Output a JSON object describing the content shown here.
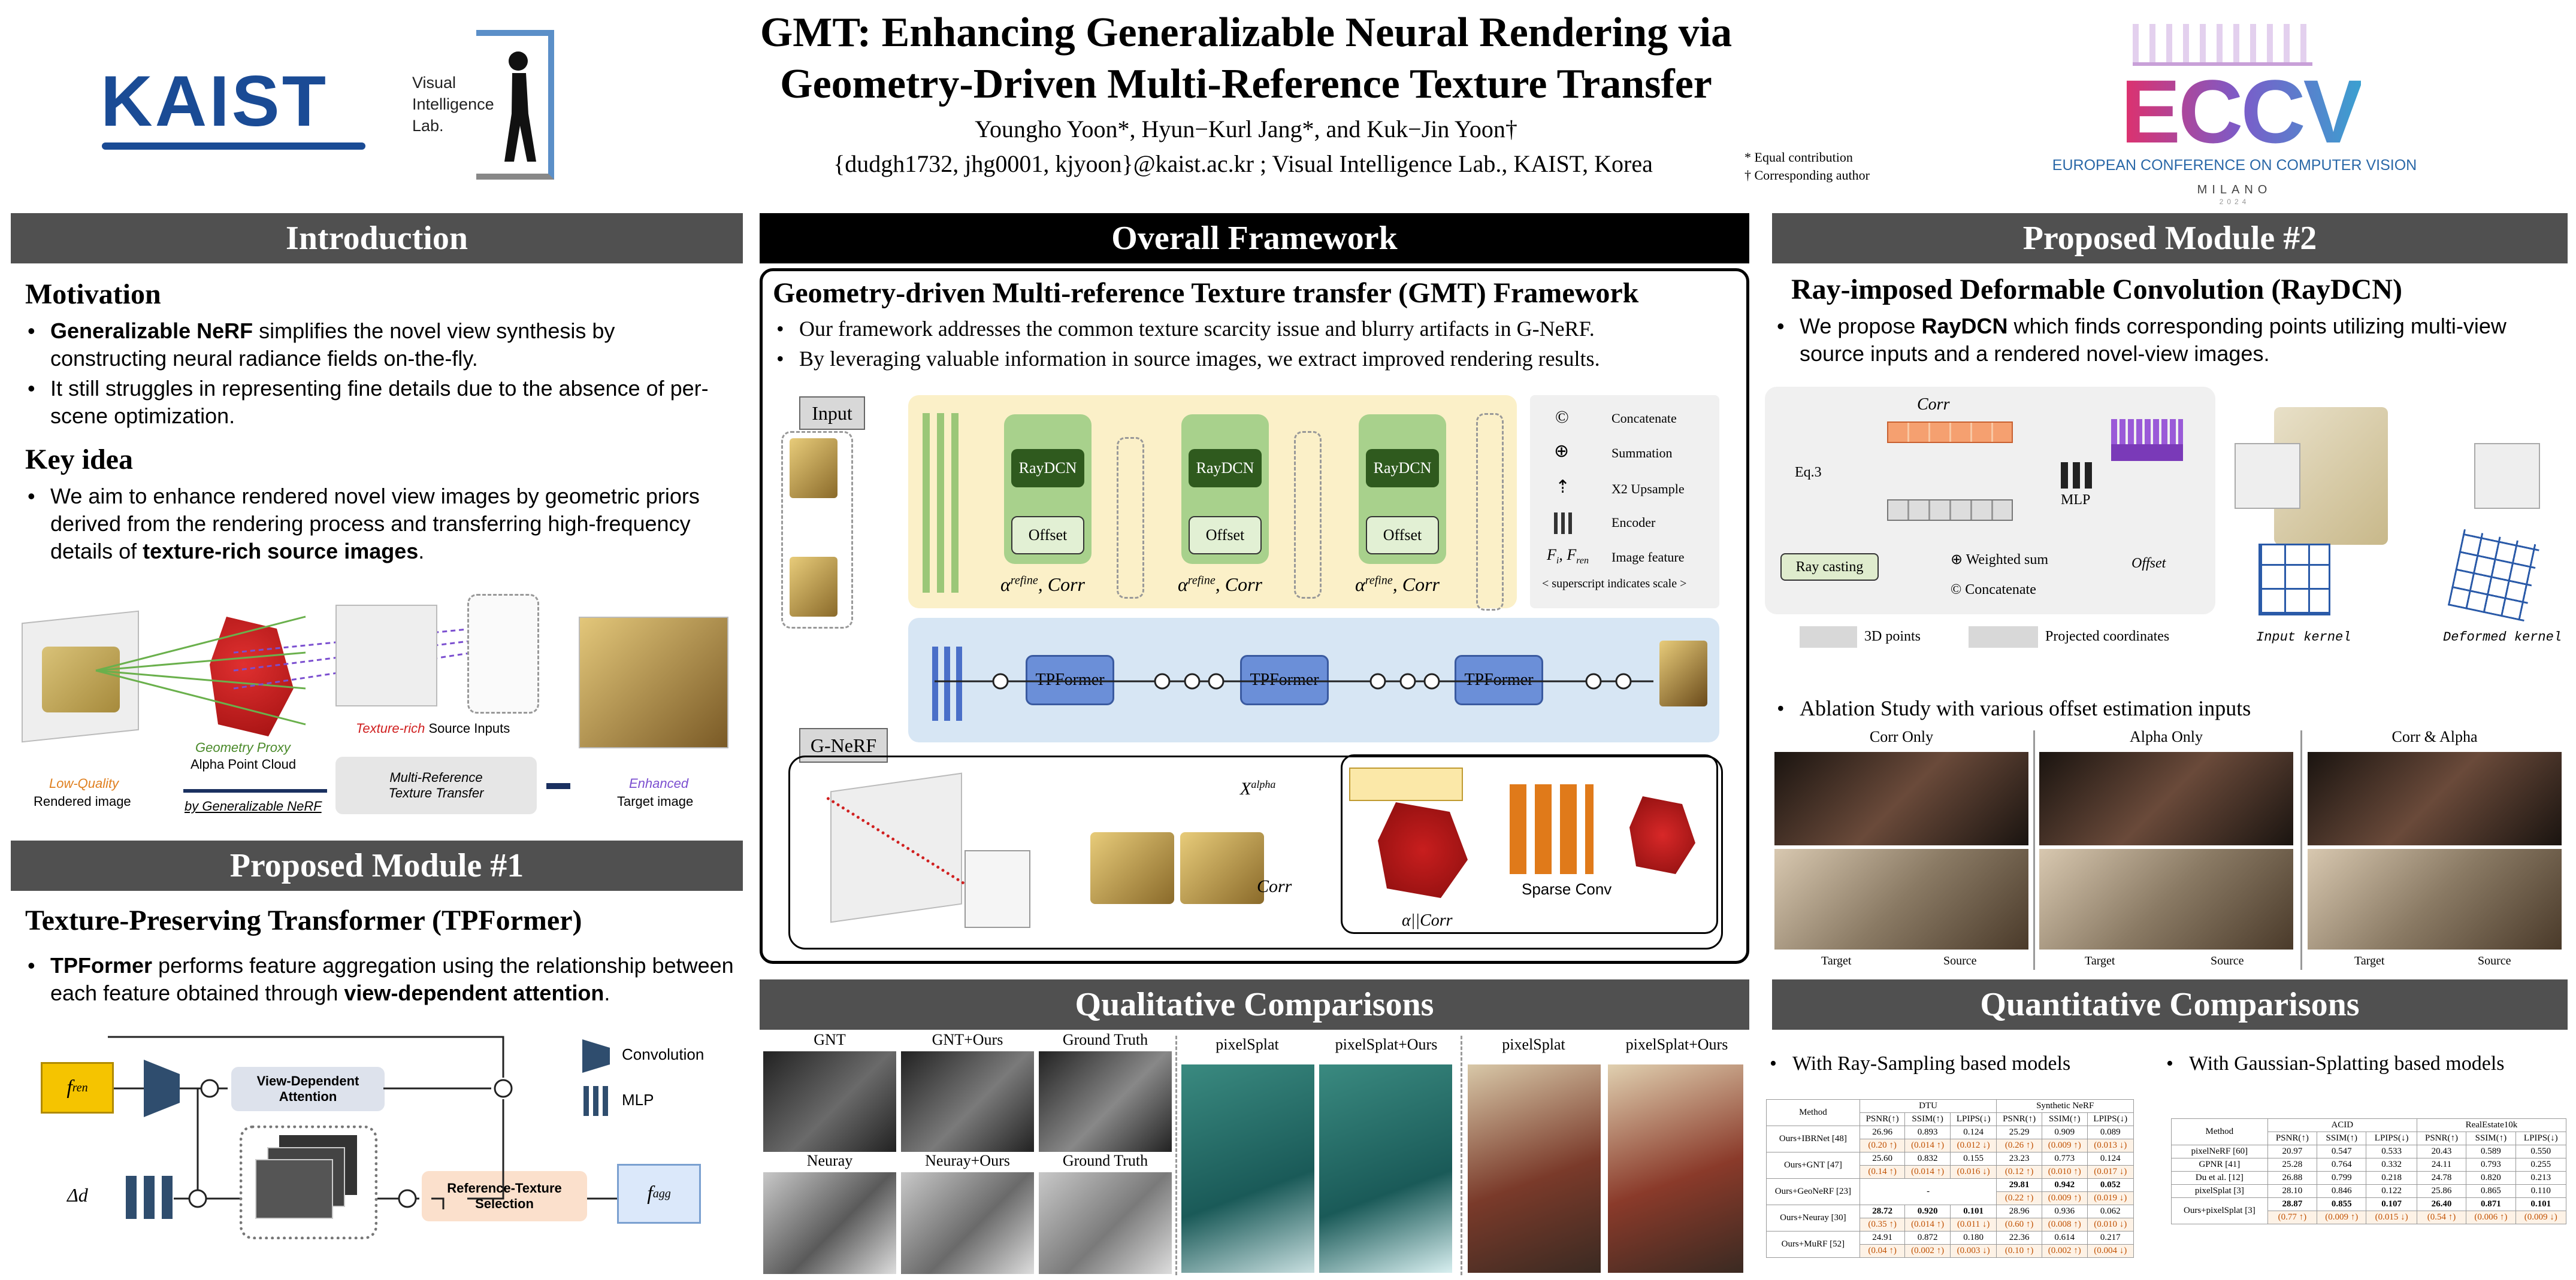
{
  "header": {
    "kaist_logo": "KAIST",
    "lab_logo": [
      "Visual",
      "Intelligence",
      "Lab."
    ],
    "title_line1": "GMT: Enhancing Generalizable Neural Rendering via",
    "title_line2": "Geometry-Driven Multi-Reference Texture Transfer",
    "authors": "Youngho Yoon*,  Hyun−Kurl Jang*, and Kuk−Jin Yoon†",
    "affiliation": "{dudgh1732, jhg0001, kjyoon}@kaist.ac.kr ; Visual Intelligence Lab., KAIST, Korea",
    "note1": "* Equal contribution",
    "note2": "† Corresponding author",
    "eccv_logo": "ECCV",
    "eccv_name": "EUROPEAN CONFERENCE ON COMPUTER VISION",
    "eccv_city": "MILANO",
    "eccv_year": "2024"
  },
  "intro": {
    "title": "Introduction",
    "motivation_title": "Motivation",
    "b1_bold": "Generalizable NeRF",
    "b1_rest": " simplifies the novel view synthesis by constructing neural radiance fields on-the-fly.",
    "b2": "It still struggles in representing fine details due to the absence of per-scene optimization.",
    "keyidea_title": "Key idea",
    "b3_pre": "We aim to enhance rendered novel view images by geometric priors derived from the rendering process and transferring high-frequency details of ",
    "b3_bold": "texture-rich source images",
    "b3_end": ".",
    "fig": {
      "low_quality": "Low-Quality",
      "rendered_image": "Rendered image",
      "geometry_proxy": "Geometry Proxy",
      "alpha_cloud": "Alpha Point Cloud",
      "by_gnerf": "by Generalizable NeRF",
      "texture_rich": "Texture-rich",
      "source_inputs": " Source Inputs",
      "mrtt_line1": "Multi-Reference",
      "mrtt_line2": "Texture Transfer",
      "enhanced": "Enhanced",
      "target_image": "Target image"
    }
  },
  "module1": {
    "title": "Proposed Module #1",
    "sub": "Texture-Preserving Transformer (TPFormer)",
    "b_bold": "TPFormer",
    "b_mid": " performs feature aggregation using the relationship between each feature obtained through ",
    "b_bold2": "view-dependent attention",
    "b_end": ".",
    "fig": {
      "vda_line1": "View-Dependent",
      "vda_line2": "Attention",
      "rts_line1": "Reference-Texture",
      "rts_line2": "Selection",
      "convolution": "Convolution",
      "mlp": "MLP",
      "delta_d": "Δd"
    }
  },
  "framework": {
    "title": "Overall Framework",
    "sub": "Geometry-driven Multi-reference Texture transfer (GMT) Framework",
    "b1": "Our framework addresses the common texture scarcity issue and blurry artifacts in G-NeRF.",
    "b2": "By leveraging valuable information in source images, we extract improved rendering results.",
    "input": "Input",
    "raydcn": "RayDCN",
    "offset": "Offset",
    "tpformer": "TPFormer",
    "gnerf": "G-NeRF",
    "alpha_corr": "α",
    "alpha_corr_sup": "refine",
    "alpha_corr_end": ", Corr",
    "legend": {
      "concat": "Concatenate",
      "sum": "Summation",
      "upsample": "X2 Upsample",
      "encoder": "Encoder",
      "feature": "Image feature",
      "superscript": "< superscript indicates scale >"
    },
    "corr": "Corr",
    "sparse_conv": "Sparse Conv",
    "alpha_corr_label": "α||Corr",
    "x_alpha": "X",
    "x_alpha_sup": "alpha"
  },
  "module2": {
    "title": "Proposed Module #2",
    "sub": "Ray-imposed Deformable Convolution (RayDCN)",
    "b1_pre": "We propose ",
    "b1_bold": "RayDCN",
    "b1_rest": " which finds corresponding points utilizing multi-view source inputs and a rendered novel-view images.",
    "fig": {
      "corr": "Corr",
      "eq": "Eq.3",
      "ray_casting": "Ray casting",
      "mlp": "MLP",
      "weighted_sum": "Weighted sum",
      "concatenate": "Concatenate",
      "offset": "Offset",
      "points3d": "3D points",
      "projected": "Projected coordinates",
      "input_kernel": "Input kernel",
      "deformed_kernel": "Deformed kernel"
    },
    "ablation_title": "Ablation Study with various offset estimation inputs",
    "ablation_cols": [
      "Corr Only",
      "Alpha Only",
      "Corr & Alpha"
    ],
    "target": "Target",
    "source": "Source"
  },
  "qualitative": {
    "title": "Qualitative  Comparisons",
    "row1": [
      "GNT",
      "GNT+Ours",
      "Ground Truth"
    ],
    "row2": [
      "Neuray",
      "Neuray+Ours",
      "Ground Truth"
    ],
    "splat": [
      "pixelSplat",
      "pixelSplat+Ours",
      "pixelSplat",
      "pixelSplat+Ours"
    ]
  },
  "quantitative": {
    "title": "Quantitative Comparisons",
    "b1": "With Ray-Sampling based models",
    "b2": "With Gaussian-Splatting based models",
    "table1": {
      "h_method": "Method",
      "h_dtu": "DTU",
      "h_syn": "Synthetic NeRF",
      "cols": [
        "PSNR(↑)",
        "SSIM(↑)",
        "LPIPS(↓)",
        "PSNR(↑)",
        "SSIM(↑)",
        "LPIPS(↓)"
      ],
      "rows": [
        {
          "m": "Ours+IBRNet [48]",
          "v": [
            "26.96",
            "0.893",
            "0.124",
            "25.29",
            "0.909",
            "0.089"
          ],
          "g": [
            "(0.20 ↑)",
            "(0.014 ↑)",
            "(0.012 ↓)",
            "(0.26 ↑)",
            "(0.009 ↑)",
            "(0.013 ↓)"
          ]
        },
        {
          "m": "Ours+GNT [47]",
          "v": [
            "25.60",
            "0.832",
            "0.155",
            "23.23",
            "0.773",
            "0.124"
          ],
          "g": [
            "(0.14 ↑)",
            "(0.014 ↑)",
            "(0.016 ↓)",
            "(0.12 ↑)",
            "(0.010 ↑)",
            "(0.017 ↓)"
          ]
        },
        {
          "m": "Ours+GeoNeRF [23]",
          "v": [
            "-",
            "",
            "",
            "29.81",
            "0.942",
            "0.052"
          ],
          "g": [
            "",
            "",
            "",
            "(0.22 ↑)",
            "(0.009 ↑)",
            "(0.019 ↓)"
          ]
        },
        {
          "m": "Ours+Neuray [30]",
          "v": [
            "28.72",
            "0.920",
            "0.101",
            "28.96",
            "0.936",
            "0.062"
          ],
          "g": [
            "(0.35 ↑)",
            "(0.014 ↑)",
            "(0.011 ↓)",
            "(0.60 ↑)",
            "(0.008 ↑)",
            "(0.010 ↓)"
          ]
        },
        {
          "m": "Ours+MuRF [52]",
          "v": [
            "24.91",
            "0.872",
            "0.180",
            "22.36",
            "0.614",
            "0.217"
          ],
          "g": [
            "(0.04 ↑)",
            "(0.002 ↑)",
            "(0.003 ↓)",
            "(0.10 ↑)",
            "(0.002 ↑)",
            "(0.004 ↓)"
          ]
        }
      ]
    },
    "table2": {
      "h_method": "Method",
      "h_acid": "ACID",
      "h_re": "RealEstate10k",
      "cols": [
        "PSNR(↑)",
        "SSIM(↑)",
        "LPIPS(↓)",
        "PSNR(↑)",
        "SSIM(↑)",
        "LPIPS(↓)"
      ],
      "rows": [
        {
          "m": "pixelNeRF [60]",
          "v": [
            "20.97",
            "0.547",
            "0.533",
            "20.43",
            "0.589",
            "0.550"
          ]
        },
        {
          "m": "GPNR [41]",
          "v": [
            "25.28",
            "0.764",
            "0.332",
            "24.11",
            "0.793",
            "0.255"
          ]
        },
        {
          "m": "Du et al. [12]",
          "v": [
            "26.88",
            "0.799",
            "0.218",
            "24.78",
            "0.820",
            "0.213"
          ]
        },
        {
          "m": "pixelSplat [3]",
          "v": [
            "28.10",
            "0.846",
            "0.122",
            "25.86",
            "0.865",
            "0.110"
          ]
        },
        {
          "m": "Ours+pixelSplat [3]",
          "v": [
            "28.87",
            "0.855",
            "0.107",
            "26.40",
            "0.871",
            "0.101"
          ],
          "g": [
            "(0.77 ↑)",
            "(0.009 ↑)",
            "(0.015 ↓)",
            "(0.54 ↑)",
            "(0.006 ↑)",
            "(0.009 ↓)"
          ]
        }
      ]
    }
  }
}
